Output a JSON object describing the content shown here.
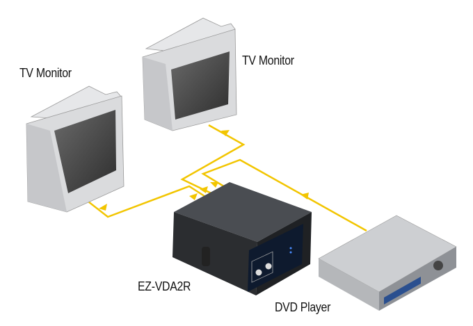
{
  "labels": {
    "monitor_left": "TV Monitor",
    "monitor_right": "TV Monitor",
    "device": "EZ-VDA2R",
    "dvd": "DVD Player"
  },
  "colors": {
    "cable": "#f2c500",
    "device": "#2b2d30",
    "monitor": "#d9dadc",
    "screen": "#4a4a4a",
    "dvd": "#bfc1c4"
  }
}
